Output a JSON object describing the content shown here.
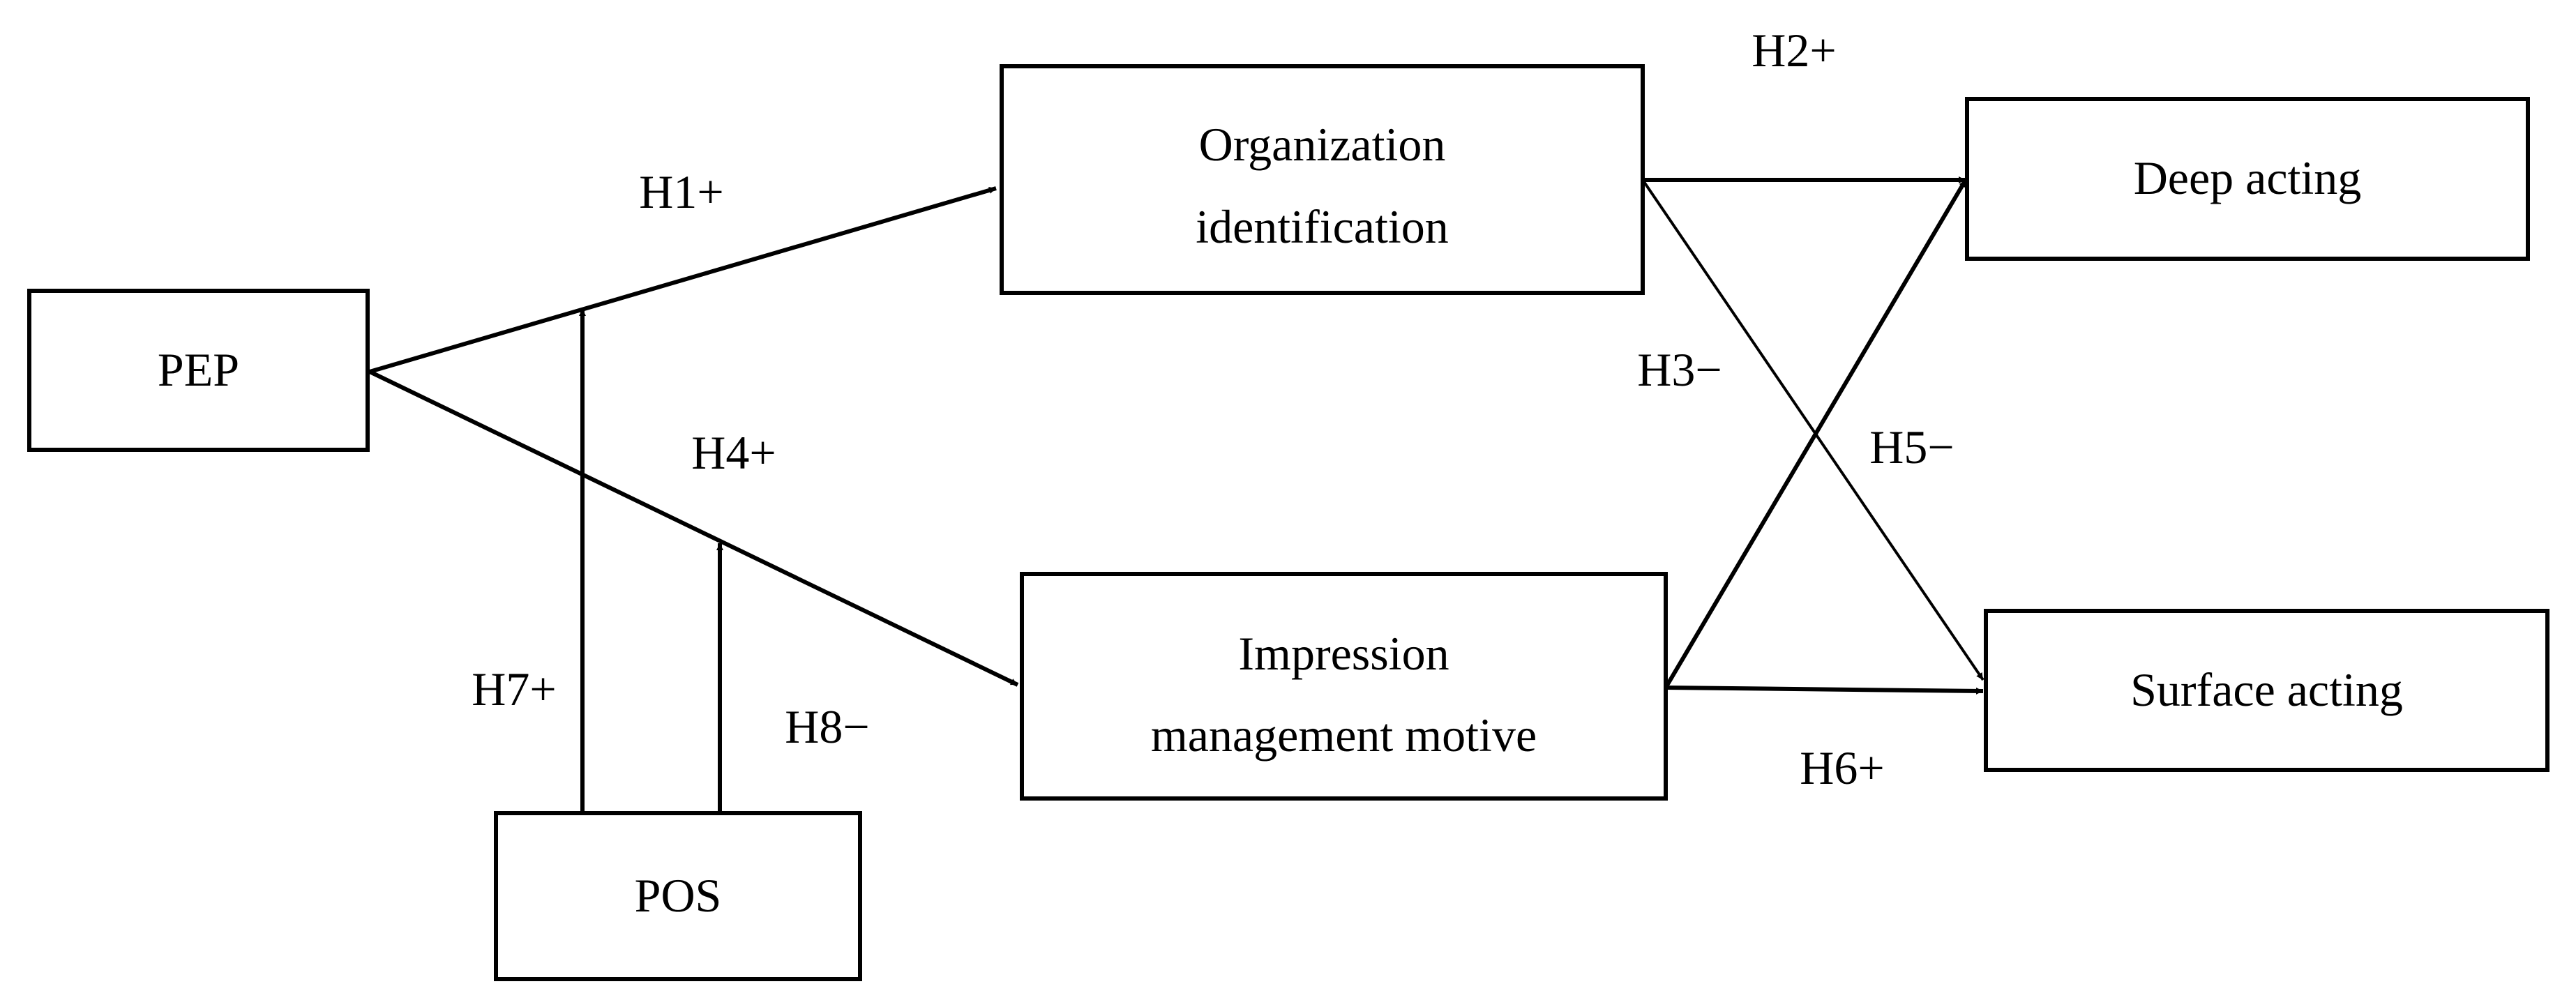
{
  "diagram": {
    "colors": {
      "stroke": "#000000",
      "background": "#ffffff"
    },
    "nodes": {
      "pep": {
        "lines": [
          "PEP"
        ]
      },
      "org_identification": {
        "lines": [
          "Organization",
          "identification"
        ]
      },
      "impression_motive": {
        "lines": [
          "Impression",
          "management motive"
        ]
      },
      "pos": {
        "lines": [
          "POS"
        ]
      },
      "deep_acting": {
        "lines": [
          "Deep acting"
        ]
      },
      "surface_acting": {
        "lines": [
          "Surface acting"
        ]
      }
    },
    "edges": {
      "h1": {
        "label": "H1+"
      },
      "h2": {
        "label": "H2+"
      },
      "h3": {
        "label": "H3−"
      },
      "h4": {
        "label": "H4+"
      },
      "h5": {
        "label": "H5−"
      },
      "h6": {
        "label": "H6+"
      },
      "h7": {
        "label": "H7+"
      },
      "h8": {
        "label": "H8−"
      }
    }
  }
}
